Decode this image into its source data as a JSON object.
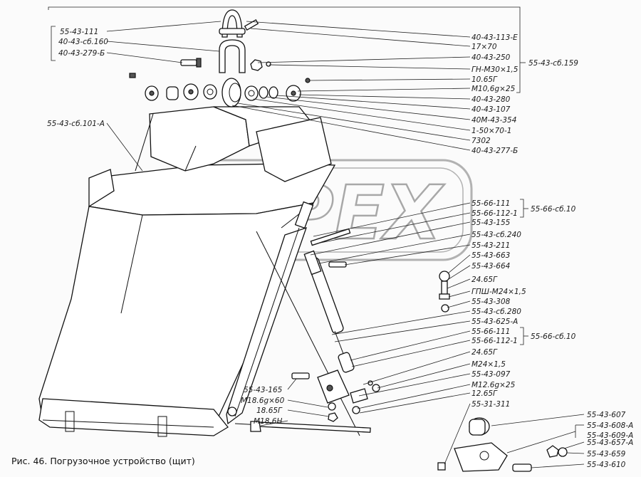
{
  "caption": "Рис. 46. Погрузочное устройство (щит)",
  "watermark": "OPEX",
  "labels": {
    "l55_43_111": "55-43-111",
    "l40_43_sb160": "40-43-сб.160",
    "l40_43_279b": "40-43-279-Б",
    "l40_43_113e": "40-43-113-Е",
    "l17x70": "17×70",
    "l40_43_250": "40-43-250",
    "lgn_m30": "ГН-М30×1,5",
    "l10_65g": "10.65Г",
    "lm10": "М10,6g×25",
    "l40_43_280": "40-43-280",
    "l40_43_107": "40-43-107",
    "l40m_43_354": "40М-43-354",
    "l1_50x70": "1-50×70-1",
    "l7302": "7302",
    "l40_43_277b": "40-43-277-Б",
    "l55_43_sb159": "55-43-сб.159",
    "l55_43_sb101a": "55-43-сб.101-А",
    "l55_66_111_a": "55-66-111",
    "l55_66_112_1_a": "55-66-112-1",
    "l55_43_155": "55-43-155",
    "l55_66_sb10_a": "55-66-сб.10",
    "l55_43_sb240": "55-43-сб.240",
    "l55_43_211": "55-43-211",
    "l55_43_663": "55-43-663",
    "l55_43_664": "55-43-664",
    "l24_65g_a": "24.65Г",
    "lgpsh": "ГПШ-М24×1,5",
    "l55_43_308": "55-43-308",
    "l55_43_sb280": "55-43-сб.280",
    "l55_43_625a": "55-43-625-А",
    "l55_66_111_b": "55-66-111",
    "l55_66_112_1_b": "55-66-112-1",
    "l55_66_sb10_b": "55-66-сб.10",
    "l24_65g_b": "24.65Г",
    "lm24": "М24×1,5",
    "l55_43_097": "55-43-097",
    "lm12": "М12.6g×25",
    "l12_65g": "12.65Г",
    "l55_31_311": "55-31-311",
    "l55_43_165": "55-43-165",
    "lm18_60": "М18.6g×60",
    "l18_65g": "18.65Г",
    "lm18_6h": "М18.6Н",
    "l55_43_607": "55-43-607",
    "l55_43_608a": "55-43-608-А",
    "l55_43_609a": "55-43-609-А",
    "l55_43_657a": "55-43-657-А",
    "l55_43_659": "55-43-659",
    "l55_43_610": "55-43-610"
  }
}
